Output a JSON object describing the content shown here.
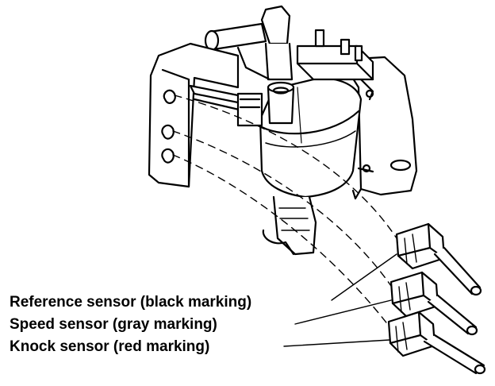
{
  "labels": {
    "reference": "Reference sensor (black marking)",
    "speed": "Speed sensor (gray marking)",
    "knock": "Knock sensor (red marking)"
  },
  "colors": {
    "ink": "#000000",
    "paper": "#ffffff"
  }
}
